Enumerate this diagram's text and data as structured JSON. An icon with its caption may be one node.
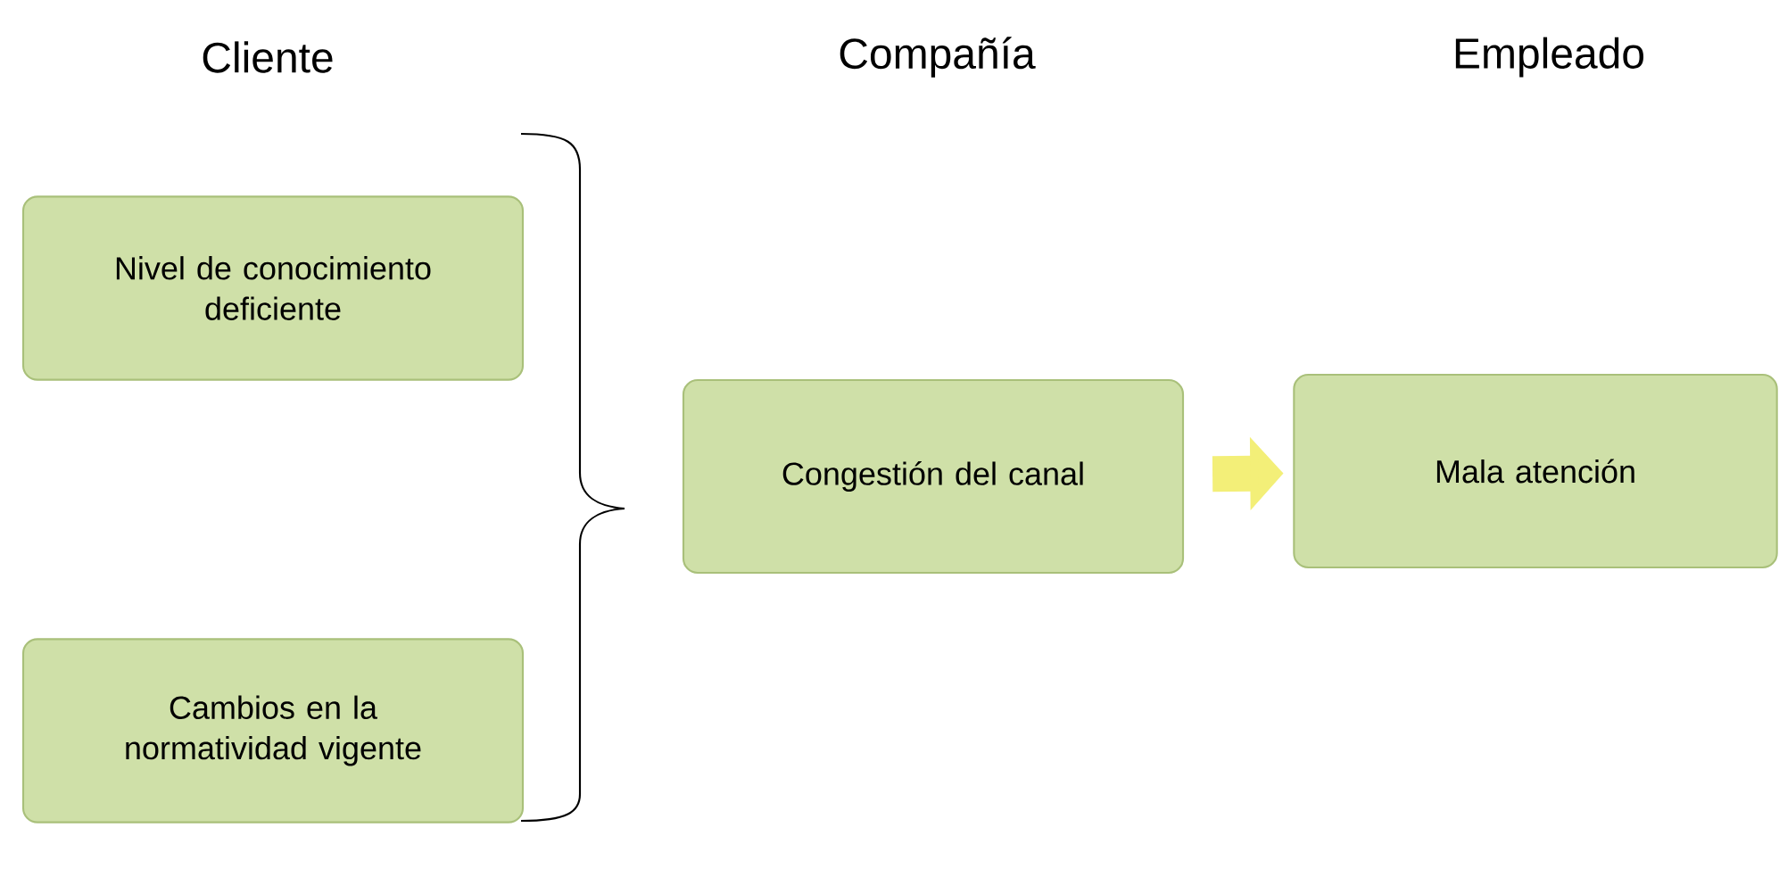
{
  "diagram": {
    "nodes": [
      {
        "text": [
          "Nivel de conocimiento deficiente"
        ]
      },
      {
        "text": [
          "Cambios en la normatividad vigente"
        ]
      },
      {
        "text": [
          "Congestión del canal"
        ]
      },
      {
        "text": [
          "Mala atención"
        ]
      }
    ],
    "edges": [
      {
        "from": 2,
        "to": 3,
        "arrow": "to"
      }
    ],
    "labels": [
      "Cliente",
      "Compañía",
      "Empleado"
    ]
  }
}
